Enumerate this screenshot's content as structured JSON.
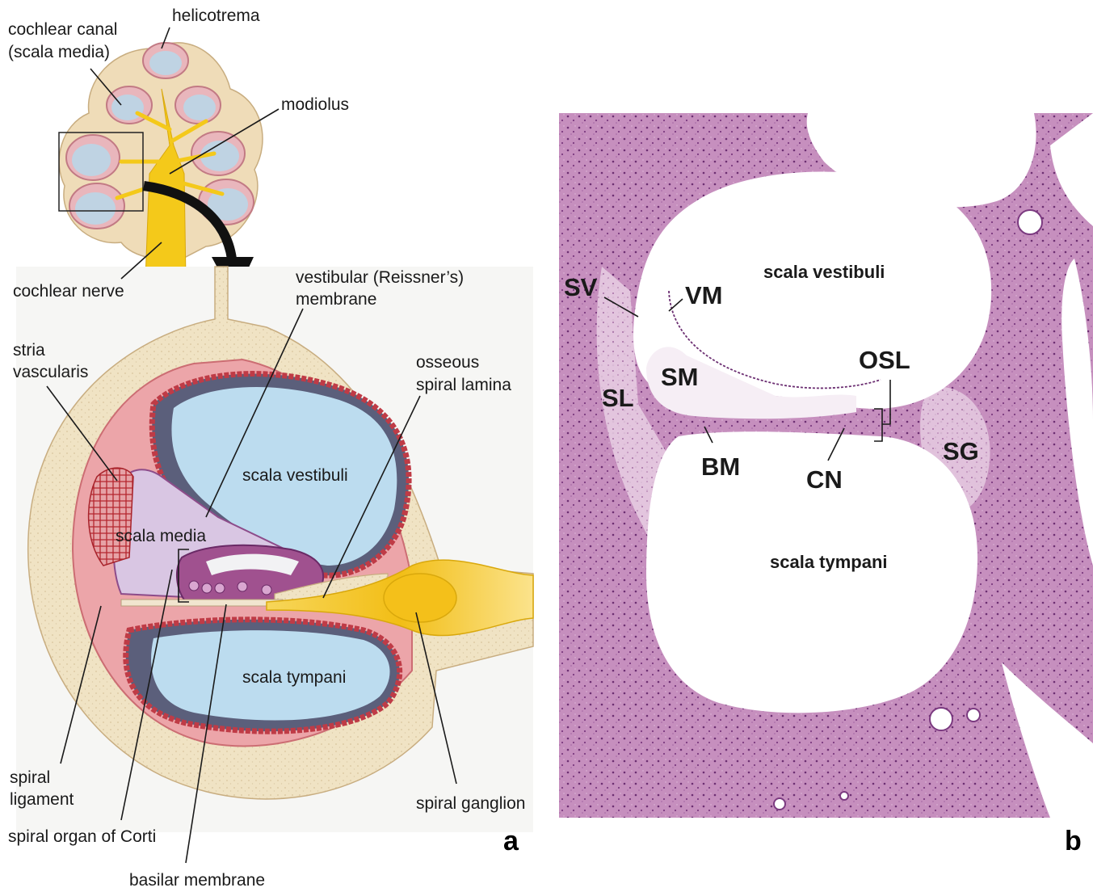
{
  "panel_a": {
    "panel_letter": "a",
    "overview_labels": {
      "helicotrema": "helicotrema",
      "cochlear_canal_line1": "cochlear canal",
      "cochlear_canal_line2": "(scala media)",
      "modiolus": "modiolus",
      "cochlear_nerve": "cochlear nerve"
    },
    "section_labels": {
      "vestibular_membrane_line1": "vestibular (Reissner’s)",
      "vestibular_membrane_line2": "membrane",
      "stria_line1": "stria",
      "stria_line2": "vascularis",
      "osseous_line1": "osseous",
      "osseous_line2": "spiral lamina",
      "scala_vestibuli": "scala vestibuli",
      "scala_media": "scala media",
      "scala_tympani": "scala tympani",
      "spiral_ligament_line1": "spiral",
      "spiral_ligament_line2": "ligament",
      "spiral_ganglion": "spiral ganglion",
      "organ_of_corti": "spiral organ of Corti",
      "basilar_membrane": "basilar membrane"
    }
  },
  "panel_b": {
    "panel_letter": "b",
    "abbreviations": {
      "sv": "SV",
      "vm": "VM",
      "sm": "SM",
      "sl": "SL",
      "osl": "OSL",
      "bm": "BM",
      "cn": "CN",
      "sg": "SG"
    },
    "regions": {
      "scala_vestibuli": "scala vestibuli",
      "scala_tympani": "scala tympani"
    }
  },
  "colors": {
    "bone": "#f0e3c4",
    "fluid": "#bfdcee",
    "ligament": "#ea9fa4",
    "media": "#d9c6e3",
    "nerve": "#f4c91a",
    "tissue": "#b879b0",
    "tissue_light": "#e2c4de"
  }
}
